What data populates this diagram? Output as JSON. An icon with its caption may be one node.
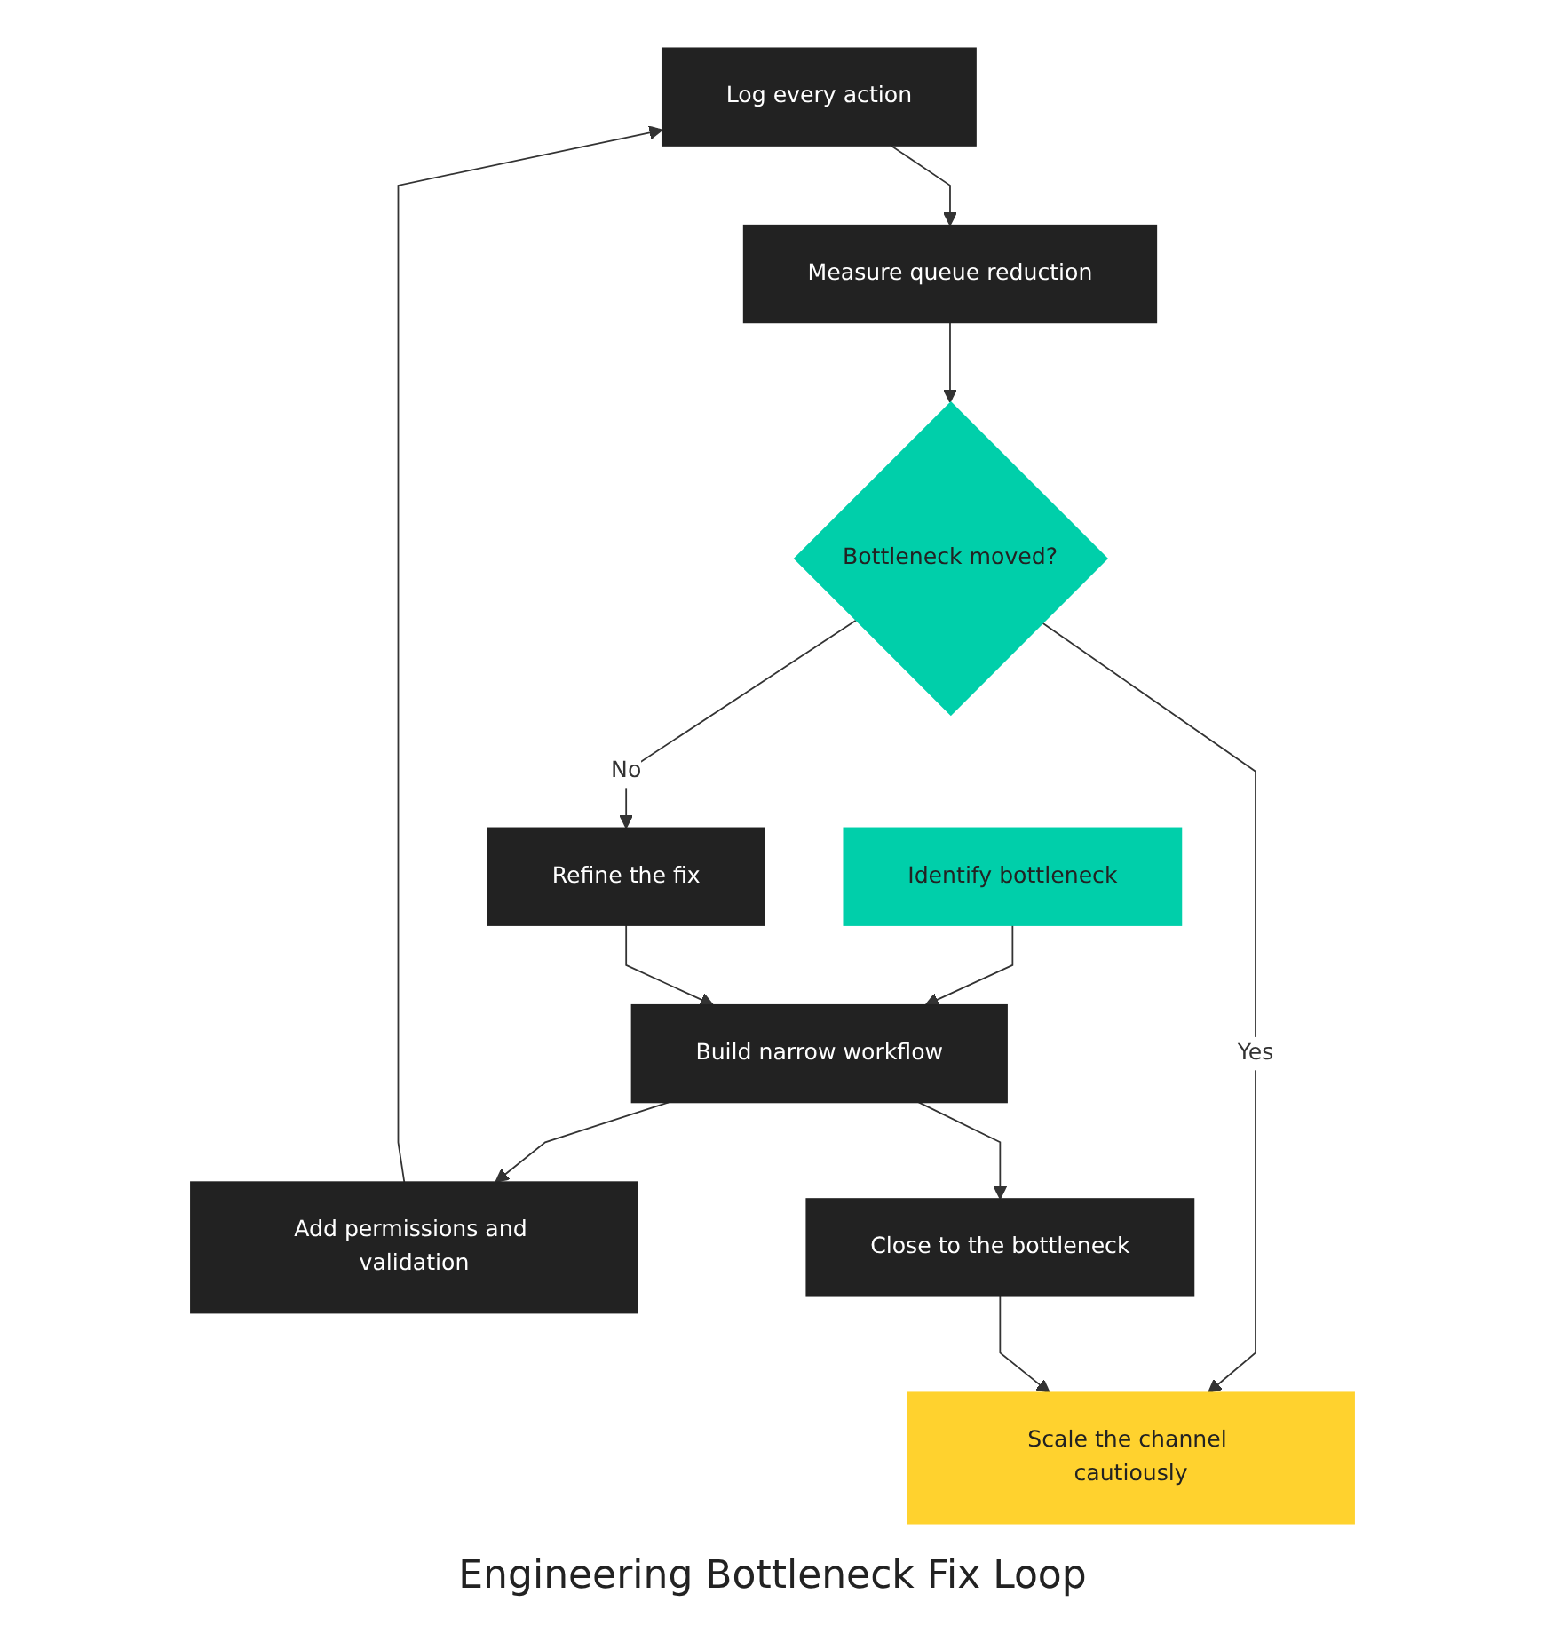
{
  "diagram": {
    "caption": "Engineering Bottleneck Fix Loop",
    "nodes": [
      {
        "text": [
          "Log every action"
        ]
      },
      {
        "text": [
          "Identify bottleneck"
        ]
      },
      {
        "text": [
          "Add permissions and validation"
        ]
      },
      {
        "text": [
          "Measure queue reduction"
        ]
      },
      {
        "text": [
          "Close to the bottleneck"
        ]
      },
      {
        "text": [
          "Bottleneck moved?"
        ]
      },
      {
        "text": [
          "Scale the channel cautiously"
        ]
      },
      {
        "text": [
          "Refine the fix"
        ]
      },
      {
        "text": [
          "Build narrow workflow"
        ]
      }
    ],
    "edges": [
      {
        "from": 1,
        "to": 8,
        "arrow": "to"
      },
      {
        "from": 8,
        "to": 2,
        "arrow": "to"
      },
      {
        "from": 2,
        "to": 0,
        "arrow": "to"
      },
      {
        "from": 0,
        "to": 3,
        "arrow": "to"
      },
      {
        "from": 3,
        "to": 5,
        "arrow": "to"
      },
      {
        "from": 5,
        "to": 6,
        "label": "Yes",
        "arrow": "to"
      },
      {
        "from": 5,
        "to": 7,
        "label": "No",
        "arrow": "to"
      },
      {
        "from": 7,
        "to": 8,
        "arrow": "to"
      },
      {
        "from": 8,
        "to": 4,
        "arrow": "to"
      },
      {
        "from": 4,
        "to": 6,
        "arrow": "to"
      }
    ]
  }
}
